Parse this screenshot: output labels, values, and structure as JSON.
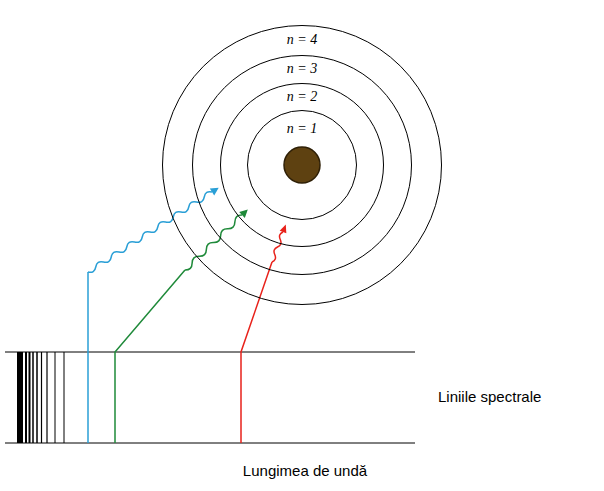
{
  "diagram": {
    "nodes": [
      {
        "text": [
          "n = 4"
        ]
      },
      {
        "text": [
          "n = 3"
        ],
        "in": 0
      },
      {
        "text": [
          "n = 2"
        ],
        "in": 1
      },
      {
        "text": [
          "n = 1"
        ],
        "in": 2
      }
    ],
    "labels": [
      "Liniile spectrale",
      "Lungimea de undă"
    ]
  }
}
